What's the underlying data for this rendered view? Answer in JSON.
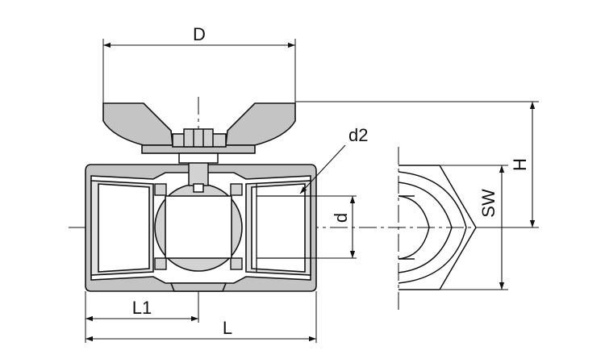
{
  "labels": {
    "D": "D",
    "d2": "d2",
    "H": "H",
    "SW": "SW",
    "d": "d",
    "L1": "L1",
    "L": "L"
  },
  "colors": {
    "line": "#111111",
    "body_fill": "#c4c4c4",
    "body_light": "#e2e2e2",
    "metal_fill": "#d2d2d2",
    "paper": "#ffffff"
  }
}
